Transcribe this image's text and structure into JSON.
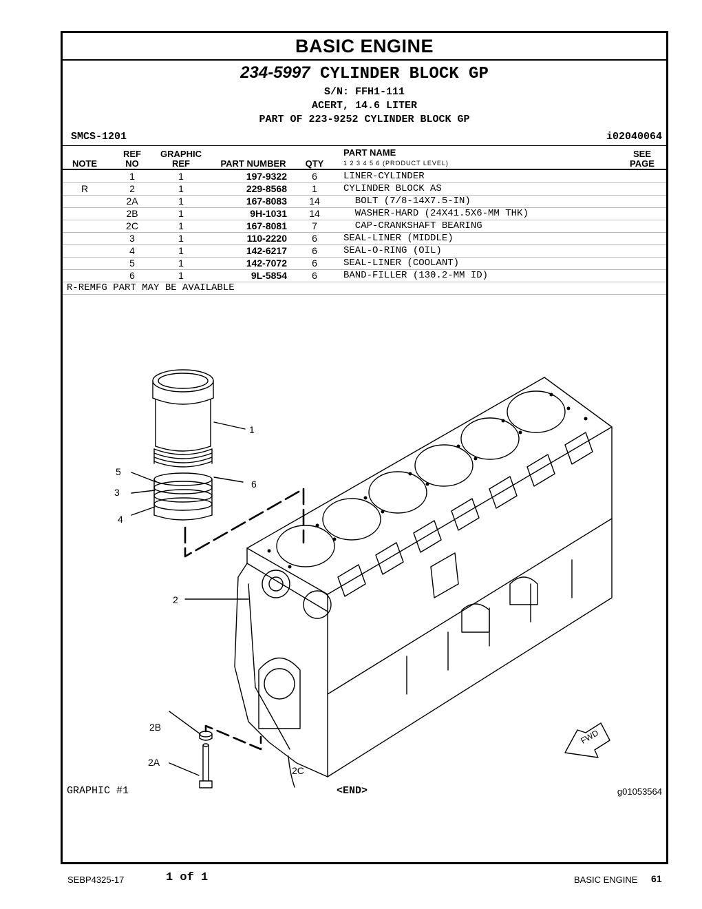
{
  "header": {
    "section_title": "BASIC ENGINE",
    "part_number": "234-5997",
    "group_name": "CYLINDER BLOCK GP",
    "serial": "S/N: FFH1-111",
    "description": "ACERT, 14.6 LITER",
    "part_of": "PART OF 223-9252 CYLINDER BLOCK GP",
    "smcs": "SMCS-1201",
    "illustration_id": "i02040064"
  },
  "columns": {
    "note": "NOTE",
    "ref_no_1": "REF",
    "ref_no_2": "NO",
    "graphic_ref_1": "GRAPHIC",
    "graphic_ref_2": "REF",
    "part_number": "PART NUMBER",
    "qty": "QTY",
    "part_name": "PART NAME",
    "product_level": "1  2  3  4  5  6  (PRODUCT LEVEL)",
    "see_page_1": "SEE",
    "see_page_2": "PAGE"
  },
  "parts": [
    {
      "note": "",
      "ref": "1",
      "graphic_ref": "1",
      "part_number": "197-9322",
      "qty": "6",
      "name": "LINER-CYLINDER"
    },
    {
      "note": "R",
      "ref": "2",
      "graphic_ref": "1",
      "part_number": "229-8568",
      "qty": "1",
      "name": "CYLINDER BLOCK AS"
    },
    {
      "note": "",
      "ref": "2A",
      "graphic_ref": "1",
      "part_number": "167-8083",
      "qty": "14",
      "name": "  BOLT (7/8-14X7.5-IN)"
    },
    {
      "note": "",
      "ref": "2B",
      "graphic_ref": "1",
      "part_number": "9H-1031",
      "qty": "14",
      "name": "  WASHER-HARD (24X41.5X6-MM THK)"
    },
    {
      "note": "",
      "ref": "2C",
      "graphic_ref": "1",
      "part_number": "167-8081",
      "qty": "7",
      "name": "  CAP-CRANKSHAFT BEARING"
    },
    {
      "note": "",
      "ref": "3",
      "graphic_ref": "1",
      "part_number": "110-2220",
      "qty": "6",
      "name": "SEAL-LINER (MIDDLE)"
    },
    {
      "note": "",
      "ref": "4",
      "graphic_ref": "1",
      "part_number": "142-6217",
      "qty": "6",
      "name": "SEAL-O-RING (OIL)"
    },
    {
      "note": "",
      "ref": "5",
      "graphic_ref": "1",
      "part_number": "142-7072",
      "qty": "6",
      "name": "SEAL-LINER (COOLANT)"
    },
    {
      "note": "",
      "ref": "6",
      "graphic_ref": "1",
      "part_number": "9L-5854",
      "qty": "6",
      "name": "BAND-FILLER (130.2-MM ID)"
    }
  ],
  "remfg_note": "R-REMFG PART MAY BE AVAILABLE",
  "graphic": {
    "label": "GRAPHIC #1",
    "end": "<END>",
    "graphic_number": "g01053564",
    "callouts": {
      "c1": "1",
      "c2": "2",
      "c2a": "2A",
      "c2b": "2B",
      "c2c": "2C",
      "c3": "3",
      "c4": "4",
      "c5": "5",
      "c6": "6",
      "fwd": "FWD"
    }
  },
  "footer": {
    "doc_id": "SEBP4325-17",
    "page_of": "1 of 1",
    "section": "BASIC ENGINE",
    "page_number": "61"
  }
}
